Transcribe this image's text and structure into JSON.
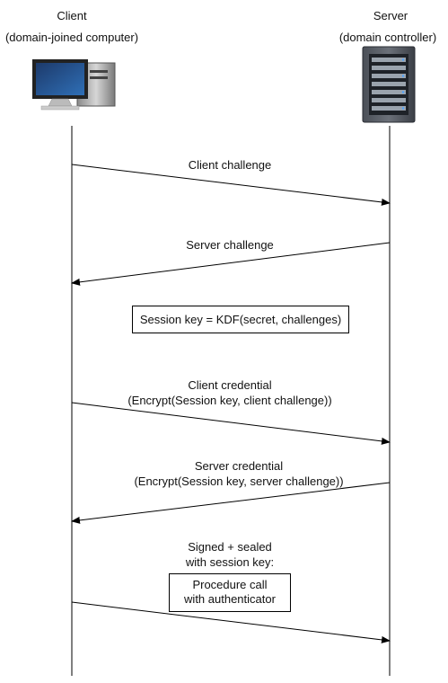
{
  "client": {
    "title": "Client",
    "subtitle": "(domain-joined computer)",
    "icon": "desktop-computer-icon"
  },
  "server": {
    "title": "Server",
    "subtitle": "(domain controller)",
    "icon": "server-rack-icon"
  },
  "messages": [
    {
      "label_line1": "Client challenge",
      "label_line2": "",
      "direction": "client-to-server"
    },
    {
      "label_line1": "Server challenge",
      "label_line2": "",
      "direction": "server-to-client"
    },
    {
      "label_line1": "Client credential",
      "label_line2": "(Encrypt(Session key, client challenge))",
      "direction": "client-to-server"
    },
    {
      "label_line1": "Server credential",
      "label_line2": "(Encrypt(Session key, server challenge))",
      "direction": "server-to-client"
    },
    {
      "label_line1": "Signed + sealed",
      "label_line2": "with session key:",
      "direction": "client-to-server"
    }
  ],
  "session_box": {
    "text": "Session key = KDF(secret, challenges)"
  },
  "procedure_box": {
    "line1": "Procedure call",
    "line2": "with authenticator"
  }
}
